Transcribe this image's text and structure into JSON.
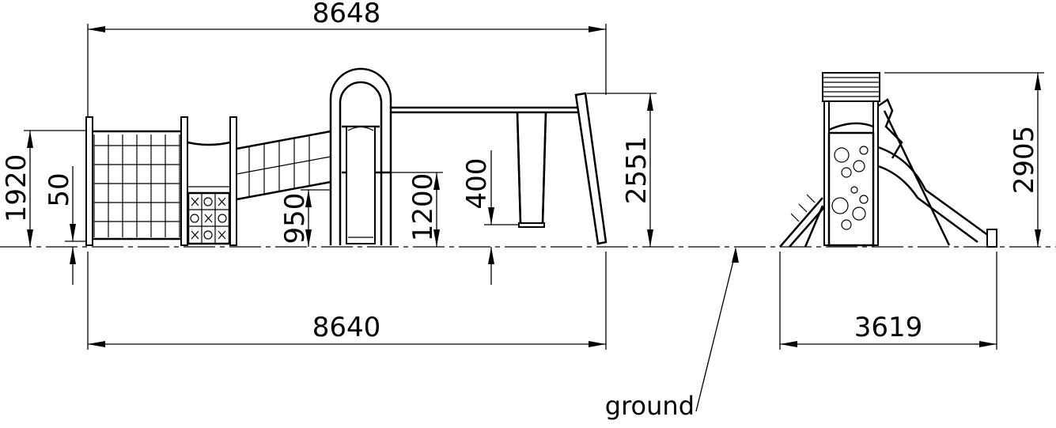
{
  "dimensions": {
    "overall_top": "8648",
    "overall_bottom": "8640",
    "net_height": "1920",
    "ground_offset": "50",
    "platform_height": "950",
    "tower_platform": "1200",
    "swing_seat": "400",
    "swing_beam": "2551",
    "side_height": "2905",
    "side_width": "3619"
  },
  "labels": {
    "ground": "ground"
  }
}
